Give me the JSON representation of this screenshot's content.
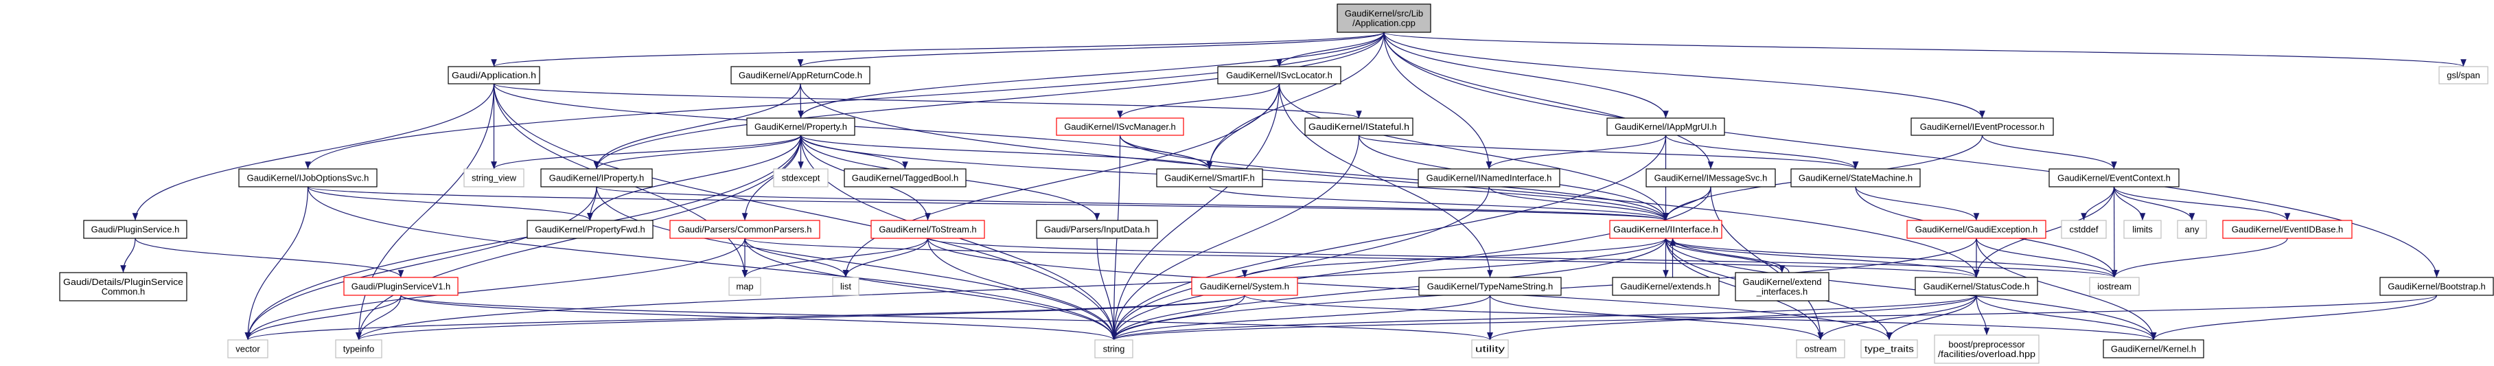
{
  "graph": {
    "type": "include-dependency-graph",
    "edge_color": "#191970",
    "node_styles": {
      "root": {
        "fill": "#bfbfbf",
        "border": "#000000"
      },
      "normal": {
        "fill": "#ffffff",
        "border": "#000000"
      },
      "truncated": {
        "fill": "#ffffff",
        "border": "#ff0000"
      },
      "external": {
        "fill": "#ffffff",
        "border": "#bfbfbf"
      }
    },
    "nodes": [
      {
        "id": "root",
        "label": [
          "GaudiKernel/src/Lib",
          "/Application.cpp"
        ],
        "style": "root"
      },
      {
        "id": "app",
        "label": [
          "Gaudi/Application.h"
        ],
        "style": "normal"
      },
      {
        "id": "appret",
        "label": [
          "GaudiKernel/AppReturnCode.h"
        ],
        "style": "normal"
      },
      {
        "id": "isvcloc",
        "label": [
          "GaudiKernel/ISvcLocator.h"
        ],
        "style": "normal"
      },
      {
        "id": "gslspan",
        "label": [
          "gsl/span"
        ],
        "style": "external"
      },
      {
        "id": "property",
        "label": [
          "GaudiKernel/Property.h"
        ],
        "style": "normal"
      },
      {
        "id": "isvcmgr",
        "label": [
          "GaudiKernel/ISvcManager.h"
        ],
        "style": "truncated"
      },
      {
        "id": "istateful",
        "label": [
          "GaudiKernel/IStateful.h"
        ],
        "style": "normal"
      },
      {
        "id": "iappmgr",
        "label": [
          "GaudiKernel/IAppMgrUI.h"
        ],
        "style": "normal"
      },
      {
        "id": "ievtproc",
        "label": [
          "GaudiKernel/IEventProcessor.h"
        ],
        "style": "normal"
      },
      {
        "id": "ijobopt",
        "label": [
          "GaudiKernel/IJobOptionsSvc.h"
        ],
        "style": "normal"
      },
      {
        "id": "stringview",
        "label": [
          "string_view"
        ],
        "style": "external"
      },
      {
        "id": "iproperty",
        "label": [
          "GaudiKernel/IProperty.h"
        ],
        "style": "normal"
      },
      {
        "id": "stdexcept",
        "label": [
          "stdexcept"
        ],
        "style": "external"
      },
      {
        "id": "taggedbool",
        "label": [
          "GaudiKernel/TaggedBool.h"
        ],
        "style": "normal"
      },
      {
        "id": "smartif",
        "label": [
          "GaudiKernel/SmartIF.h"
        ],
        "style": "normal"
      },
      {
        "id": "inamed",
        "label": [
          "GaudiKernel/INamedInterface.h"
        ],
        "style": "normal"
      },
      {
        "id": "imsgsvc",
        "label": [
          "GaudiKernel/IMessageSvc.h"
        ],
        "style": "normal"
      },
      {
        "id": "statemachine",
        "label": [
          "GaudiKernel/StateMachine.h"
        ],
        "style": "normal"
      },
      {
        "id": "evtctx",
        "label": [
          "GaudiKernel/EventContext.h"
        ],
        "style": "normal"
      },
      {
        "id": "pluginsvc",
        "label": [
          "Gaudi/PluginService.h"
        ],
        "style": "normal"
      },
      {
        "id": "propfwd",
        "label": [
          "GaudiKernel/PropertyFwd.h"
        ],
        "style": "normal"
      },
      {
        "id": "commonparsers",
        "label": [
          "Gaudi/Parsers/CommonParsers.h"
        ],
        "style": "truncated"
      },
      {
        "id": "tostream",
        "label": [
          "GaudiKernel/ToStream.h"
        ],
        "style": "truncated"
      },
      {
        "id": "inputdata",
        "label": [
          "Gaudi/Parsers/InputData.h"
        ],
        "style": "normal"
      },
      {
        "id": "iinterface",
        "label": [
          "GaudiKernel/IInterface.h"
        ],
        "style": "truncated"
      },
      {
        "id": "gaudiexc",
        "label": [
          "GaudiKernel/GaudiException.h"
        ],
        "style": "truncated"
      },
      {
        "id": "cstddef",
        "label": [
          "cstddef"
        ],
        "style": "external"
      },
      {
        "id": "limits",
        "label": [
          "limits"
        ],
        "style": "external"
      },
      {
        "id": "any",
        "label": [
          "any"
        ],
        "style": "external"
      },
      {
        "id": "evtidbase",
        "label": [
          "GaudiKernel/EventIDBase.h"
        ],
        "style": "truncated"
      },
      {
        "id": "pscommon",
        "label": [
          "Gaudi/Details/PluginService",
          "Common.h"
        ],
        "style": "normal"
      },
      {
        "id": "psv1",
        "label": [
          "Gaudi/PluginServiceV1.h"
        ],
        "style": "truncated"
      },
      {
        "id": "map",
        "label": [
          "map"
        ],
        "style": "external"
      },
      {
        "id": "list",
        "label": [
          "list"
        ],
        "style": "external"
      },
      {
        "id": "system",
        "label": [
          "GaudiKernel/System.h"
        ],
        "style": "truncated"
      },
      {
        "id": "typenamestr",
        "label": [
          "GaudiKernel/TypeNameString.h"
        ],
        "style": "normal"
      },
      {
        "id": "extends",
        "label": [
          "GaudiKernel/extends.h"
        ],
        "style": "normal"
      },
      {
        "id": "extendif",
        "label": [
          "GaudiKernel/extend",
          "_interfaces.h"
        ],
        "style": "normal"
      },
      {
        "id": "statuscode",
        "label": [
          "GaudiKernel/StatusCode.h"
        ],
        "style": "normal"
      },
      {
        "id": "iostream",
        "label": [
          "iostream"
        ],
        "style": "external"
      },
      {
        "id": "bootstrap",
        "label": [
          "GaudiKernel/Bootstrap.h"
        ],
        "style": "normal"
      },
      {
        "id": "vector",
        "label": [
          "vector"
        ],
        "style": "external"
      },
      {
        "id": "typeinfo",
        "label": [
          "typeinfo"
        ],
        "style": "external"
      },
      {
        "id": "string",
        "label": [
          "string"
        ],
        "style": "external"
      },
      {
        "id": "utility",
        "label": [
          "utility"
        ],
        "style": "external"
      },
      {
        "id": "ostream",
        "label": [
          "ostream"
        ],
        "style": "external"
      },
      {
        "id": "typetraits",
        "label": [
          "type_traits"
        ],
        "style": "external"
      },
      {
        "id": "boostoverload",
        "label": [
          "boost/preprocessor",
          "/facilities/overload.hpp"
        ],
        "style": "external"
      },
      {
        "id": "kernel",
        "label": [
          "GaudiKernel/Kernel.h"
        ],
        "style": "normal"
      }
    ],
    "edges": [
      [
        "root",
        "app"
      ],
      [
        "root",
        "appret"
      ],
      [
        "root",
        "isvcloc"
      ],
      [
        "root",
        "property"
      ],
      [
        "root",
        "iproperty"
      ],
      [
        "root",
        "ijobopt"
      ],
      [
        "root",
        "inamed"
      ],
      [
        "root",
        "iappmgr"
      ],
      [
        "root",
        "imsgsvc"
      ],
      [
        "root",
        "ievtproc"
      ],
      [
        "root",
        "gslspan"
      ],
      [
        "root",
        "bootstrap"
      ],
      [
        "root",
        "smartif"
      ],
      [
        "app",
        "pluginsvc"
      ],
      [
        "app",
        "stringview"
      ],
      [
        "app",
        "string"
      ],
      [
        "app",
        "istateful"
      ],
      [
        "app",
        "smartif"
      ],
      [
        "app",
        "map"
      ],
      [
        "app",
        "typeinfo"
      ],
      [
        "appret",
        "property"
      ],
      [
        "appret",
        "iproperty"
      ],
      [
        "appret",
        "statuscode"
      ],
      [
        "property",
        "iproperty"
      ],
      [
        "property",
        "propfwd"
      ],
      [
        "property",
        "commonparsers"
      ],
      [
        "property",
        "tostream"
      ],
      [
        "property",
        "stdexcept"
      ],
      [
        "property",
        "taggedbool"
      ],
      [
        "property",
        "inputdata"
      ],
      [
        "property",
        "smartif"
      ],
      [
        "property",
        "string"
      ],
      [
        "property",
        "iinterface"
      ],
      [
        "property",
        "vector"
      ],
      [
        "property",
        "stringview"
      ],
      [
        "property",
        "typeinfo"
      ],
      [
        "isvcloc",
        "isvcmgr"
      ],
      [
        "isvcloc",
        "smartif"
      ],
      [
        "isvcloc",
        "iinterface"
      ],
      [
        "isvcloc",
        "typenamestr"
      ],
      [
        "isvcloc",
        "string"
      ],
      [
        "isvcloc",
        "list"
      ],
      [
        "isvcmgr",
        "smartif"
      ],
      [
        "isvcmgr",
        "iinterface"
      ],
      [
        "isvcmgr",
        "string"
      ],
      [
        "istateful",
        "iinterface"
      ],
      [
        "istateful",
        "statemachine"
      ],
      [
        "istateful",
        "string"
      ],
      [
        "iappmgr",
        "inamed"
      ],
      [
        "iappmgr",
        "statemachine"
      ],
      [
        "iappmgr",
        "iinterface"
      ],
      [
        "iappmgr",
        "string"
      ],
      [
        "imsgsvc",
        "iinterface"
      ],
      [
        "imsgsvc",
        "string"
      ],
      [
        "imsgsvc",
        "ostream"
      ],
      [
        "inamed",
        "iinterface"
      ],
      [
        "inamed",
        "string"
      ],
      [
        "smartif",
        "iinterface"
      ],
      [
        "iproperty",
        "propfwd"
      ],
      [
        "iproperty",
        "iinterface"
      ],
      [
        "iproperty",
        "string"
      ],
      [
        "iproperty",
        "vector"
      ],
      [
        "ijobopt",
        "propfwd"
      ],
      [
        "ijobopt",
        "iinterface"
      ],
      [
        "ijobopt",
        "string"
      ],
      [
        "ijobopt",
        "vector"
      ],
      [
        "pluginsvc",
        "pscommon"
      ],
      [
        "pluginsvc",
        "psv1"
      ],
      [
        "psv1",
        "typeinfo"
      ],
      [
        "psv1",
        "string"
      ],
      [
        "psv1",
        "utility"
      ],
      [
        "psv1",
        "vector"
      ],
      [
        "commonparsers",
        "map"
      ],
      [
        "commonparsers",
        "list"
      ],
      [
        "commonparsers",
        "string"
      ],
      [
        "commonparsers",
        "vector"
      ],
      [
        "commonparsers",
        "statuscode"
      ],
      [
        "tostream",
        "map"
      ],
      [
        "tostream",
        "list"
      ],
      [
        "tostream",
        "string"
      ],
      [
        "tostream",
        "iostream"
      ],
      [
        "tostream",
        "typetraits"
      ],
      [
        "inputdata",
        "string"
      ],
      [
        "system",
        "string"
      ],
      [
        "system",
        "vector"
      ],
      [
        "system",
        "typeinfo"
      ],
      [
        "system",
        "kernel"
      ],
      [
        "typenamestr",
        "string"
      ],
      [
        "typenamestr",
        "utility"
      ],
      [
        "typenamestr",
        "ostream"
      ],
      [
        "iinterface",
        "system"
      ],
      [
        "iinterface",
        "extends"
      ],
      [
        "iinterface",
        "extendif"
      ],
      [
        "iinterface",
        "statuscode"
      ],
      [
        "iinterface",
        "kernel"
      ],
      [
        "iinterface",
        "ostream"
      ],
      [
        "iinterface",
        "typetraits"
      ],
      [
        "iinterface",
        "typeinfo"
      ],
      [
        "iinterface",
        "string"
      ],
      [
        "iinterface",
        "iostream"
      ],
      [
        "extends",
        "iinterface"
      ],
      [
        "extendif",
        "iinterface"
      ],
      [
        "statemachine",
        "gaudiexc"
      ],
      [
        "statemachine",
        "iostream"
      ],
      [
        "ievtproc",
        "evtctx"
      ],
      [
        "ievtproc",
        "iinterface"
      ],
      [
        "evtctx",
        "cstddef"
      ],
      [
        "evtctx",
        "limits"
      ],
      [
        "evtctx",
        "any"
      ],
      [
        "evtctx",
        "evtidbase"
      ],
      [
        "evtctx",
        "iostream"
      ],
      [
        "evtctx",
        "statuscode"
      ],
      [
        "evtidbase",
        "iostream"
      ],
      [
        "gaudiexc",
        "statuscode"
      ],
      [
        "gaudiexc",
        "iostream"
      ],
      [
        "gaudiexc",
        "kernel"
      ],
      [
        "gaudiexc",
        "string"
      ],
      [
        "statuscode",
        "kernel"
      ],
      [
        "statuscode",
        "typetraits"
      ],
      [
        "statuscode",
        "boostoverload"
      ],
      [
        "statuscode",
        "ostream"
      ],
      [
        "statuscode",
        "utility"
      ],
      [
        "statuscode",
        "string"
      ],
      [
        "bootstrap",
        "kernel"
      ],
      [
        "bootstrap",
        "string"
      ]
    ]
  }
}
